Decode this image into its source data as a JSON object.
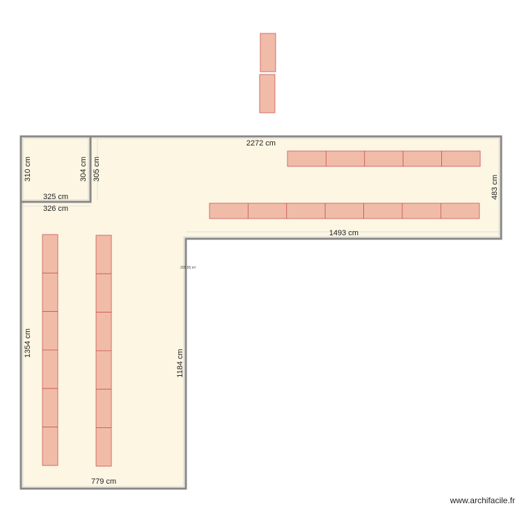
{
  "plan": {
    "area_label": "205,55 m²",
    "dimensions": {
      "top_width": "2272 cm",
      "small_room_left": "310 cm",
      "small_room_right": "304 cm",
      "small_room_outer": "305 cm",
      "small_room_bottom": "325 cm",
      "small_room_bottom_outer": "326 cm",
      "right_height": "483 cm",
      "inner_width": "1493 cm",
      "left_height": "1354 cm",
      "inner_height": "1184 cm",
      "bottom_width": "779 cm"
    },
    "colors": {
      "floor": "#fcf6e3",
      "wall": "#888888",
      "furniture_fill": "#f0bca8",
      "furniture_stroke": "#c95454"
    }
  },
  "watermark": "www.archifacile.fr"
}
